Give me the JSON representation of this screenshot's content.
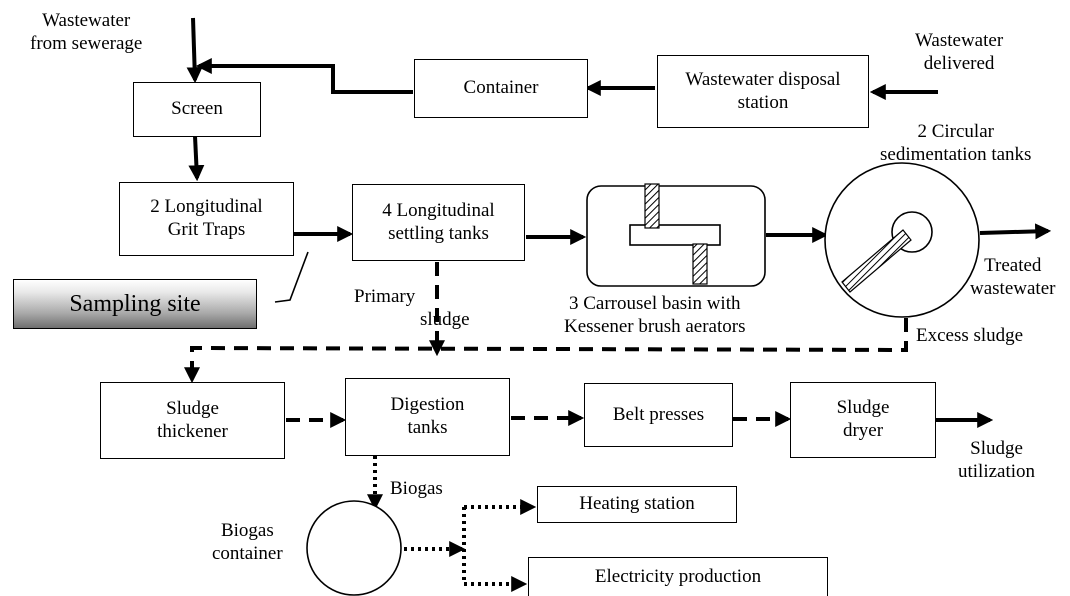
{
  "nodes": {
    "screen": "Screen",
    "container": "Container",
    "disposal_station": "Wastewater disposal station",
    "grit_traps": "2 Longitudinal Grit Traps",
    "settling_tanks": "4 Longitudinal settling tanks",
    "sampling_site": "Sampling site",
    "sludge_thickener": "Sludge thickener",
    "digestion_tanks": "Digestion tanks",
    "belt_presses": "Belt presses",
    "sludge_dryer": "Sludge dryer",
    "heating_station": "Heating station",
    "electricity_production": "Electricity production"
  },
  "labels": {
    "wastewater_from_sewerage": [
      "Wastewater",
      "from sewerage"
    ],
    "wastewater_delivered": [
      "Wastewater",
      "delivered"
    ],
    "circular_tanks": [
      "2 Circular",
      "sedimentation tanks"
    ],
    "carrousel": [
      "3 Carrousel basin with",
      "Kessener brush aerators"
    ],
    "treated_wastewater": [
      "Treated",
      "wastewater"
    ],
    "primary_sludge": [
      "Primary",
      "sludge"
    ],
    "excess_sludge": "Excess sludge",
    "sludge_utilization": [
      "Sludge",
      "utilization"
    ],
    "biogas": "Biogas",
    "biogas_container": [
      "Biogas",
      "container"
    ]
  }
}
